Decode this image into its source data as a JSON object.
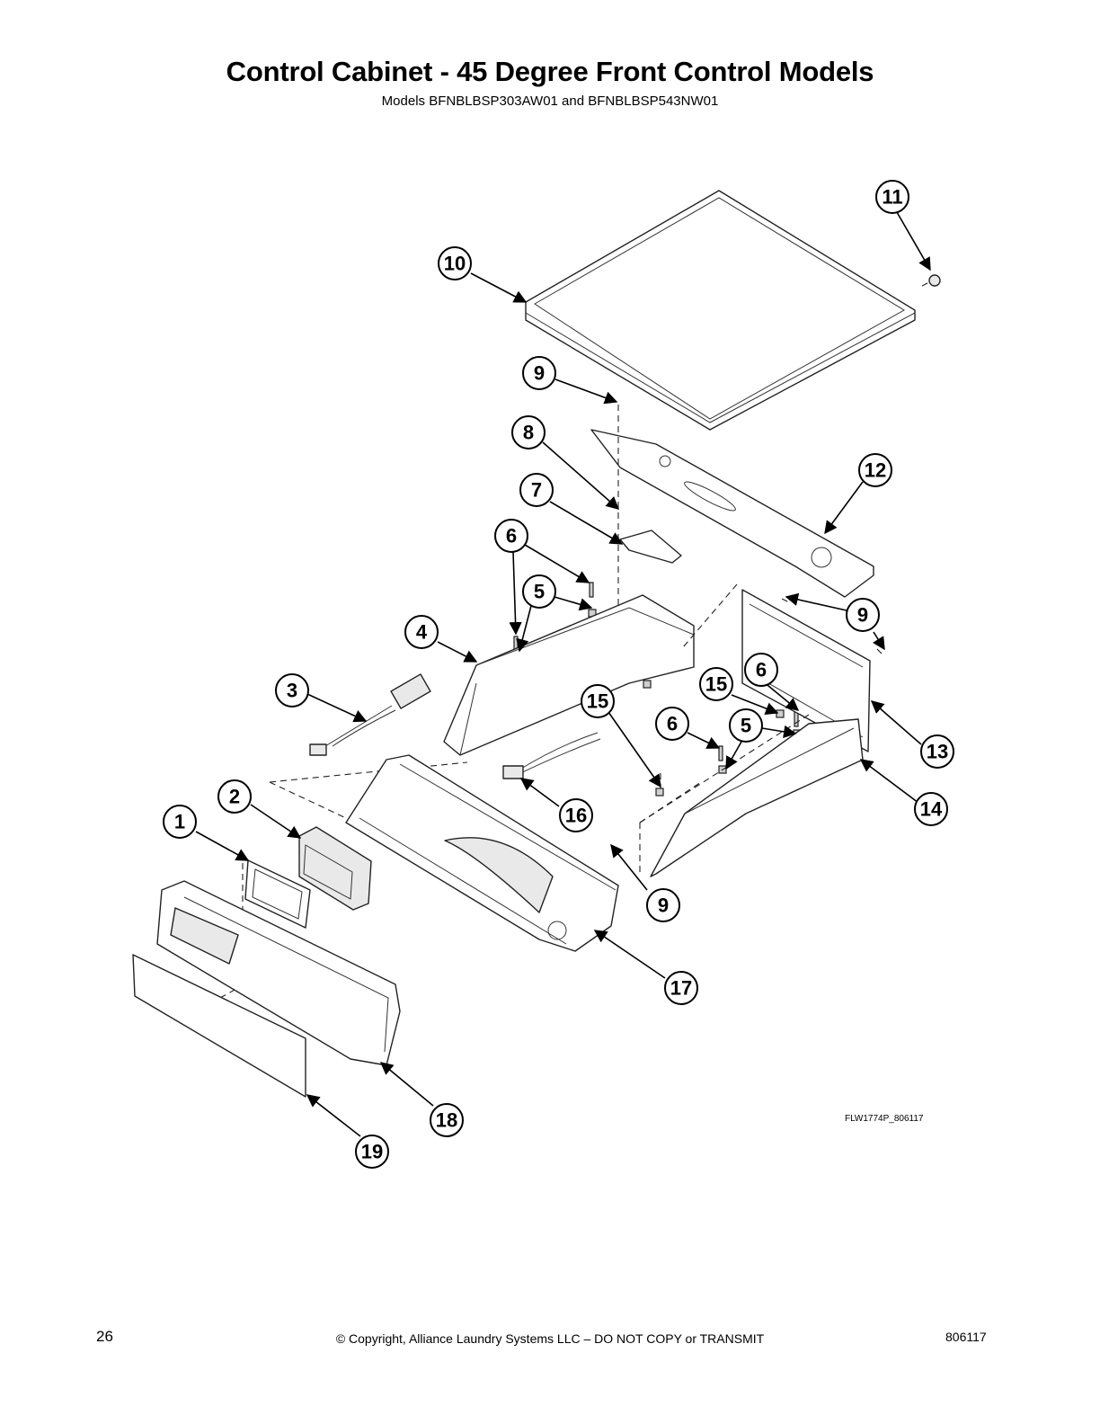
{
  "header": {
    "title": "Control Cabinet - 45 Degree Front Control Models",
    "subtitle": "Models BFNBLBSP303AW01 and BFNBLBSP543NW01"
  },
  "diagram": {
    "drawing_code": "FLW1774P_806117",
    "callouts": {
      "c1": "1",
      "c2": "2",
      "c3": "3",
      "c4": "4",
      "c5a": "5",
      "c5b": "5",
      "c6a": "6",
      "c6b": "6",
      "c6c": "6",
      "c7": "7",
      "c8": "8",
      "c9a": "9",
      "c9b": "9",
      "c9c": "9",
      "c10": "10",
      "c11": "11",
      "c12": "12",
      "c13": "13",
      "c14": "14",
      "c15a": "15",
      "c15b": "15",
      "c16": "16",
      "c17": "17",
      "c18": "18",
      "c19": "19"
    }
  },
  "footer": {
    "page_number": "26",
    "copyright": "© Copyright, Alliance Laundry Systems LLC – DO NOT COPY or TRANSMIT",
    "doc_number": "806117"
  }
}
